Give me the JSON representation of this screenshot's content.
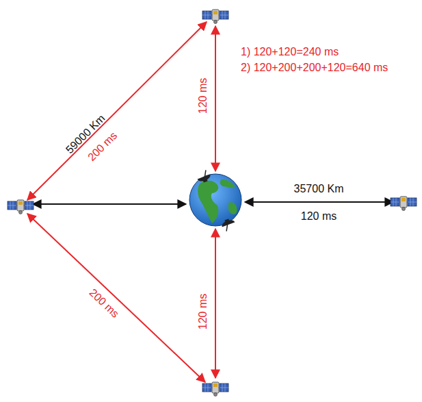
{
  "diagram": {
    "labels": [
      "59000 Km",
      "200 ms",
      "120 ms",
      "1) 120+120=240 ms",
      "2) 120+200+200+120=640 ms",
      "35700 Km",
      "120 ms",
      "200 ms",
      "120 ms"
    ]
  }
}
